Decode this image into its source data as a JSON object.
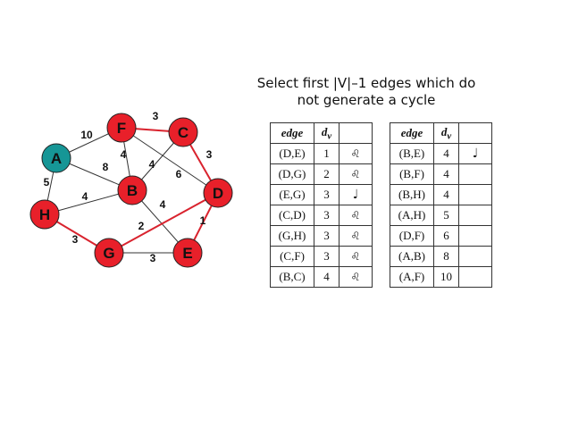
{
  "caption": {
    "line1": "Select first  |V|–1 edges which do",
    "line2": "not  generate a cycle"
  },
  "colors": {
    "selected_node": "#e8202a",
    "start_node": "#169696",
    "selected_edge": "#d9232e",
    "edge": "#333333"
  },
  "graph": {
    "nodes": [
      {
        "id": "A",
        "label": "A",
        "state": "start"
      },
      {
        "id": "F",
        "label": "F",
        "state": "selected"
      },
      {
        "id": "C",
        "label": "C",
        "state": "selected"
      },
      {
        "id": "B",
        "label": "B",
        "state": "selected"
      },
      {
        "id": "D",
        "label": "D",
        "state": "selected"
      },
      {
        "id": "H",
        "label": "H",
        "state": "selected"
      },
      {
        "id": "G",
        "label": "G",
        "state": "selected"
      },
      {
        "id": "E",
        "label": "E",
        "state": "selected"
      }
    ],
    "edges": [
      {
        "from": "A",
        "to": "F",
        "weight": "10",
        "selected": false
      },
      {
        "from": "A",
        "to": "B",
        "weight": "8",
        "selected": false
      },
      {
        "from": "A",
        "to": "H",
        "weight": "5",
        "selected": false
      },
      {
        "from": "F",
        "to": "C",
        "weight": "3",
        "selected": true
      },
      {
        "from": "F",
        "to": "B",
        "weight": "4",
        "selected": false
      },
      {
        "from": "F",
        "to": "D",
        "weight": "6",
        "selected": false
      },
      {
        "from": "C",
        "to": "B",
        "weight": "4",
        "selected": false
      },
      {
        "from": "C",
        "to": "D",
        "weight": "3",
        "selected": true
      },
      {
        "from": "B",
        "to": "H",
        "weight": "4",
        "selected": false
      },
      {
        "from": "B",
        "to": "E",
        "weight": "4",
        "selected": false
      },
      {
        "from": "G",
        "to": "D",
        "weight": "2",
        "selected": true
      },
      {
        "from": "D",
        "to": "E",
        "weight": "1",
        "selected": true
      },
      {
        "from": "H",
        "to": "G",
        "weight": "3",
        "selected": true
      },
      {
        "from": "G",
        "to": "E",
        "weight": "3",
        "selected": false
      }
    ]
  },
  "table_left": {
    "headers": {
      "edge": "edge",
      "dv": "d",
      "dv_sub": "v"
    },
    "rows": [
      {
        "edge": "(D,E)",
        "dv": "1",
        "mark": "♌",
        "mark_type": "check"
      },
      {
        "edge": "(D,G)",
        "dv": "2",
        "mark": "♌",
        "mark_type": "check"
      },
      {
        "edge": "(E,G)",
        "dv": "3",
        "mark": "♩",
        "mark_type": "note"
      },
      {
        "edge": "(C,D)",
        "dv": "3",
        "mark": "♌",
        "mark_type": "check"
      },
      {
        "edge": "(G,H)",
        "dv": "3",
        "mark": "♌",
        "mark_type": "check"
      },
      {
        "edge": "(C,F)",
        "dv": "3",
        "mark": "♌",
        "mark_type": "check"
      },
      {
        "edge": "(B,C)",
        "dv": "4",
        "mark": "♌",
        "mark_type": "check"
      }
    ]
  },
  "table_right": {
    "headers": {
      "edge": "edge",
      "dv": "d",
      "dv_sub": "v"
    },
    "rows": [
      {
        "edge": "(B,E)",
        "dv": "4",
        "mark": "♩",
        "mark_type": "note"
      },
      {
        "edge": "(B,F)",
        "dv": "4",
        "mark": "",
        "mark_type": ""
      },
      {
        "edge": "(B,H)",
        "dv": "4",
        "mark": "",
        "mark_type": ""
      },
      {
        "edge": "(A,H)",
        "dv": "5",
        "mark": "",
        "mark_type": ""
      },
      {
        "edge": "(D,F)",
        "dv": "6",
        "mark": "",
        "mark_type": ""
      },
      {
        "edge": "(A,B)",
        "dv": "8",
        "mark": "",
        "mark_type": ""
      },
      {
        "edge": "(A,F)",
        "dv": "10",
        "mark": "",
        "mark_type": ""
      }
    ]
  }
}
